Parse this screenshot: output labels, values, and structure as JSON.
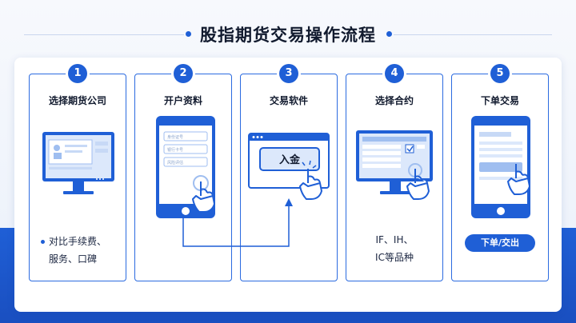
{
  "title": "股指期货交易操作流程",
  "steps": [
    {
      "num": "1",
      "title": "选择期货公司",
      "desc_lines": [
        "对比手续费、",
        "服务、口碑"
      ]
    },
    {
      "num": "2",
      "title": "开户资料",
      "form_fields": [
        "身份证号",
        "银行卡号",
        "风险评估"
      ]
    },
    {
      "num": "3",
      "title": "交易软件",
      "button": "入金"
    },
    {
      "num": "4",
      "title": "选择合约",
      "desc_lines": [
        "IF、IH、",
        "IC等品种"
      ]
    },
    {
      "num": "5",
      "title": "下单交易",
      "pill": "下单/交出"
    }
  ],
  "colors": {
    "accent": "#1f5fd6",
    "border": "#2b6be0",
    "light": "#dce8fb"
  }
}
